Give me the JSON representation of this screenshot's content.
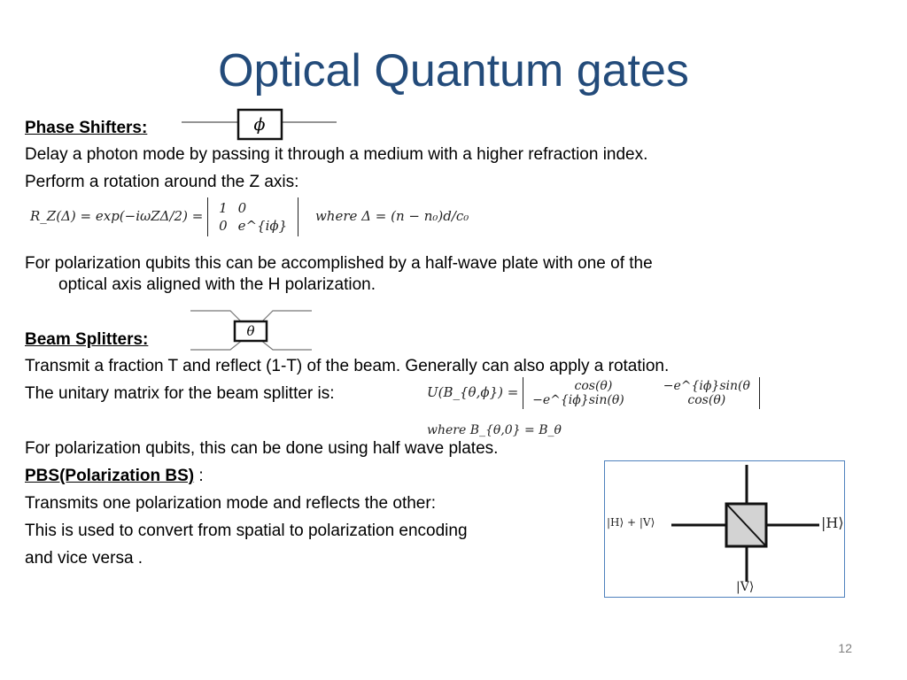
{
  "title": "Optical Quantum gates",
  "phase": {
    "heading": "Phase Shifters:",
    "gate_symbol": "ϕ",
    "line1": "Delay a photon mode by passing it through a medium with a higher refraction index.",
    "line2": "Perform a rotation around the Z axis:",
    "formula_lhs": "R_Z(Δ) = exp(−iωZΔ/2) =",
    "matrix": [
      [
        "1",
        "0"
      ],
      [
        "0",
        "e^{iϕ}"
      ]
    ],
    "formula_where": "where Δ = (n − n₀)d/c₀",
    "polarization_a": "For polarization qubits this can be accomplished  by a half-wave plate with one of the",
    "polarization_b": "optical axis aligned with the  H polarization."
  },
  "beam": {
    "heading": "Beam Splitters:",
    "gate_symbol": "θ",
    "line1": "Transmit a fraction T and reflect (1-T) of the beam. Generally can also apply a rotation.",
    "line2": "The unitary matrix for the beam splitter is:",
    "formula_lhs": "U(B_{θ,ϕ}) =",
    "matrix": [
      [
        "cos(θ)",
        "−e^{iϕ}sin(θ"
      ],
      [
        "−e^{iϕ}sin(θ)",
        "cos(θ)"
      ]
    ],
    "formula_where": "where B_{θ,0} = B_θ",
    "line3": "For polarization qubits, this can be done using  half wave plates."
  },
  "pbs": {
    "heading": "PBS(Polarization BS)",
    "heading_suffix": " :",
    "line1": "Transmits one polarization mode and reflects the other:",
    "line2": "This is used to convert from spatial to polarization encoding",
    "line3": "and vice versa .",
    "label_in": "|H⟩ + |V⟩",
    "label_out_h": "|H⟩",
    "label_out_v": "|V⟩"
  },
  "page_number": "12",
  "colors": {
    "title": "#234b7a",
    "frame": "#4f81bd"
  }
}
